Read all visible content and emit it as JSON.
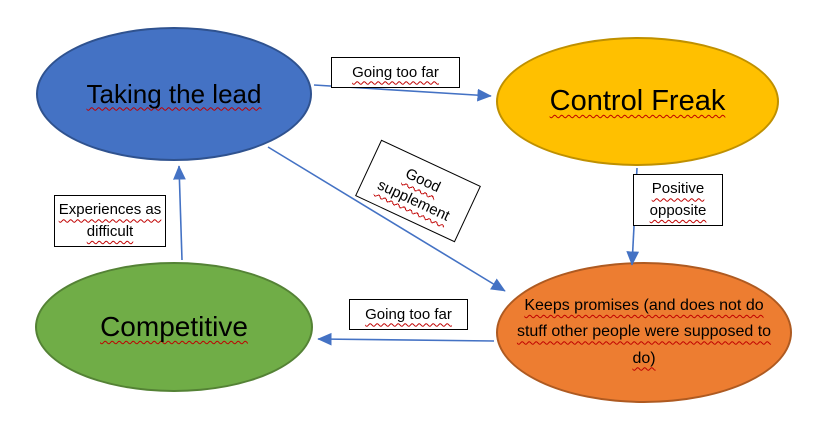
{
  "colors": {
    "arrow": "#4472C4",
    "squiggle": "#C00000",
    "blue-fill": "#4472C4",
    "blue-stroke": "#2F528F",
    "gold-fill": "#FFC000",
    "gold-stroke": "#BF9000",
    "green-fill": "#70AD47",
    "green-stroke": "#548235",
    "orange-fill": "#ED7D31",
    "orange-stroke": "#AE5A21"
  },
  "nodes": {
    "taking_the_lead": {
      "label": "Taking the lead"
    },
    "control_freak": {
      "label": "Control Freak"
    },
    "competitive": {
      "label": "Competitive"
    },
    "keeps_promises": {
      "label": "Keeps promises (and does not do stuff other people were supposed to do)"
    }
  },
  "edge_labels": {
    "going_too_far_top": "Going too far",
    "good_supplement": "Good supplement",
    "positive_opposite": "Positive opposite",
    "experiences_as_difficult": "Experiences as difficult",
    "going_too_far_bottom": "Going too far"
  }
}
